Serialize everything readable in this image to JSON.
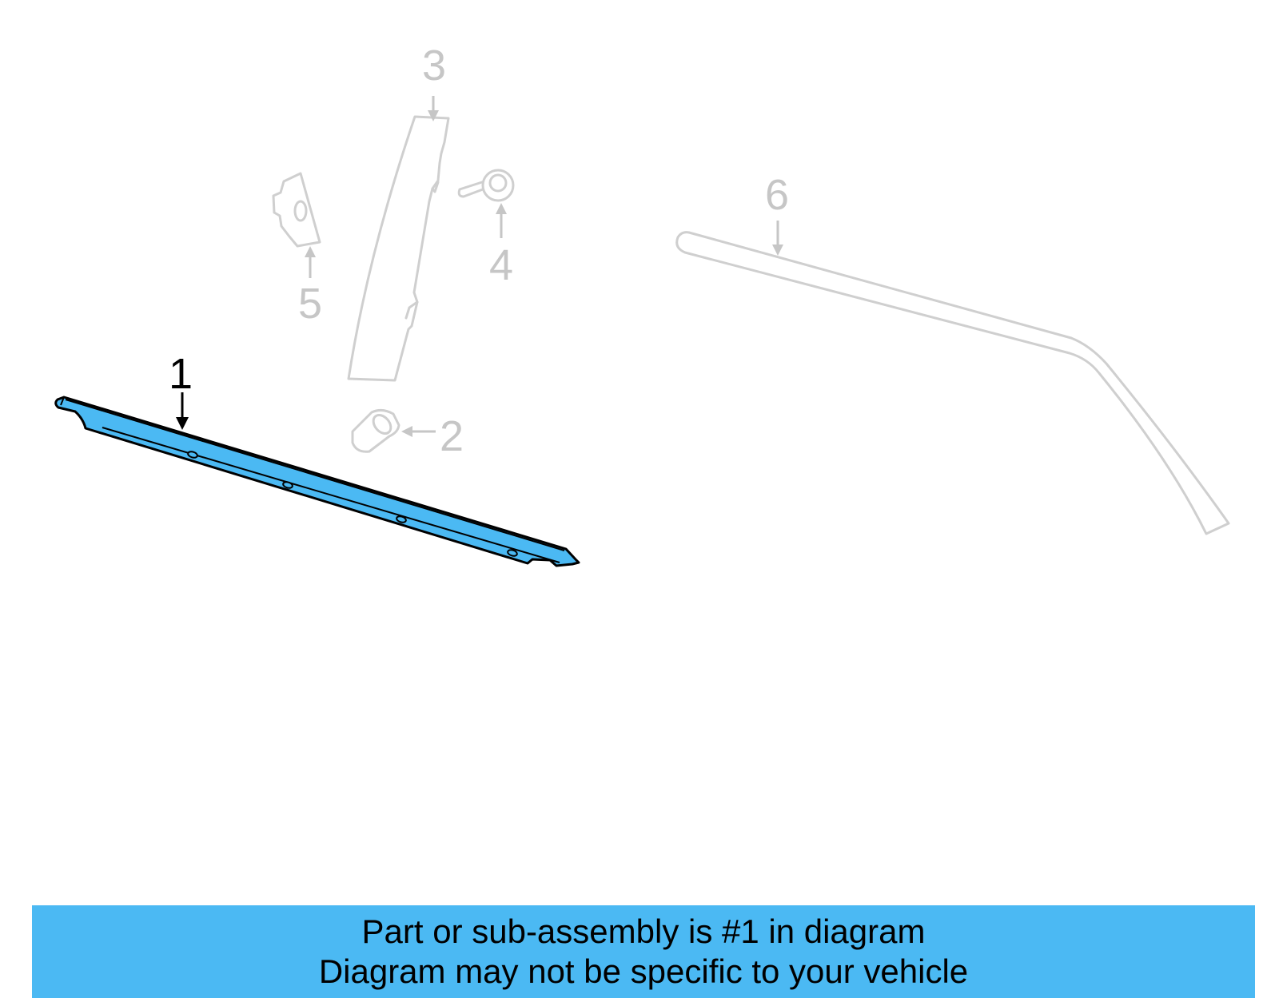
{
  "diagram": {
    "highlight_color": "#4bb9f3",
    "ghost_color": "#cfcfcf",
    "callouts": {
      "c1": "1",
      "c2": "2",
      "c3": "3",
      "c4": "4",
      "c5": "5",
      "c6": "6"
    }
  },
  "banner": {
    "line1": "Part or sub-assembly is #1 in diagram",
    "line2": "Diagram may not be specific to your vehicle"
  }
}
